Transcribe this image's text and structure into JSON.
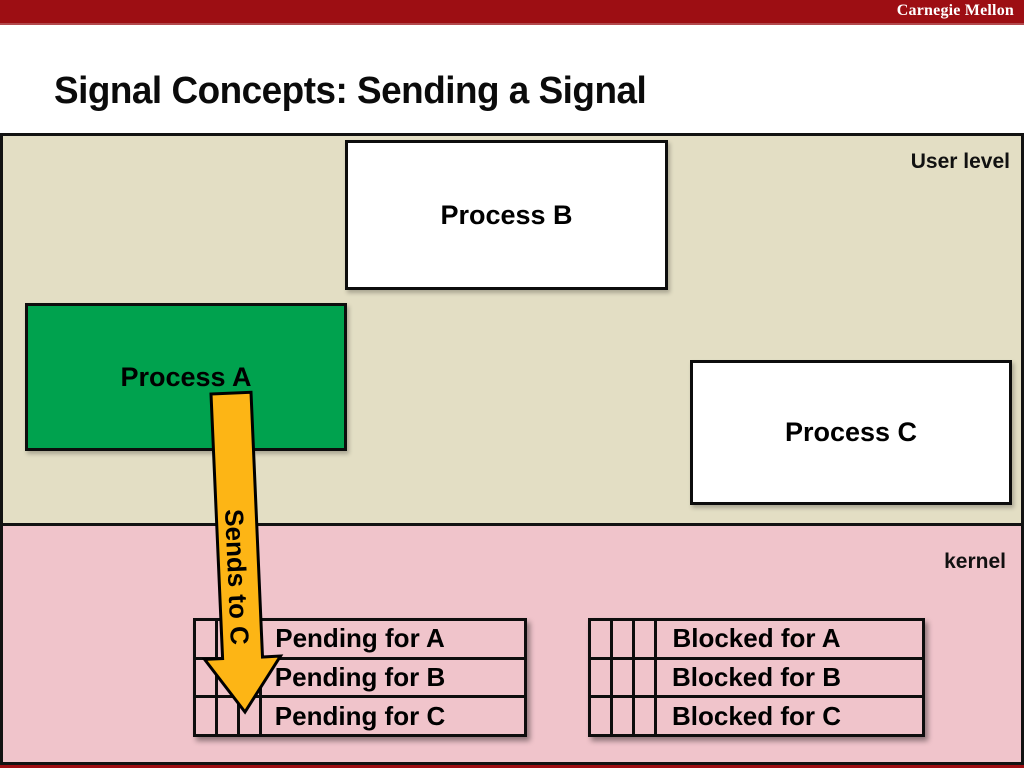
{
  "brand": {
    "label": "Carnegie Mellon"
  },
  "slide": {
    "title": "Signal Concepts: Sending a Signal"
  },
  "regions": {
    "user_level": "User level",
    "kernel": "kernel"
  },
  "processes": {
    "a": "Process A",
    "b": "Process B",
    "c": "Process C"
  },
  "arrow": {
    "label": "Sends to C"
  },
  "tables": {
    "pending": {
      "rows": [
        "Pending for A",
        "Pending for B",
        "Pending for C"
      ]
    },
    "blocked": {
      "rows": [
        "Blocked for A",
        "Blocked for B",
        "Blocked for C"
      ]
    }
  },
  "colors": {
    "bar_red": "#9d0e13",
    "process_a_green": "#00a24e",
    "arrow_gold": "#fdb515",
    "user_bg": "#e3dec4",
    "kernel_bg": "#f0c4cb"
  }
}
